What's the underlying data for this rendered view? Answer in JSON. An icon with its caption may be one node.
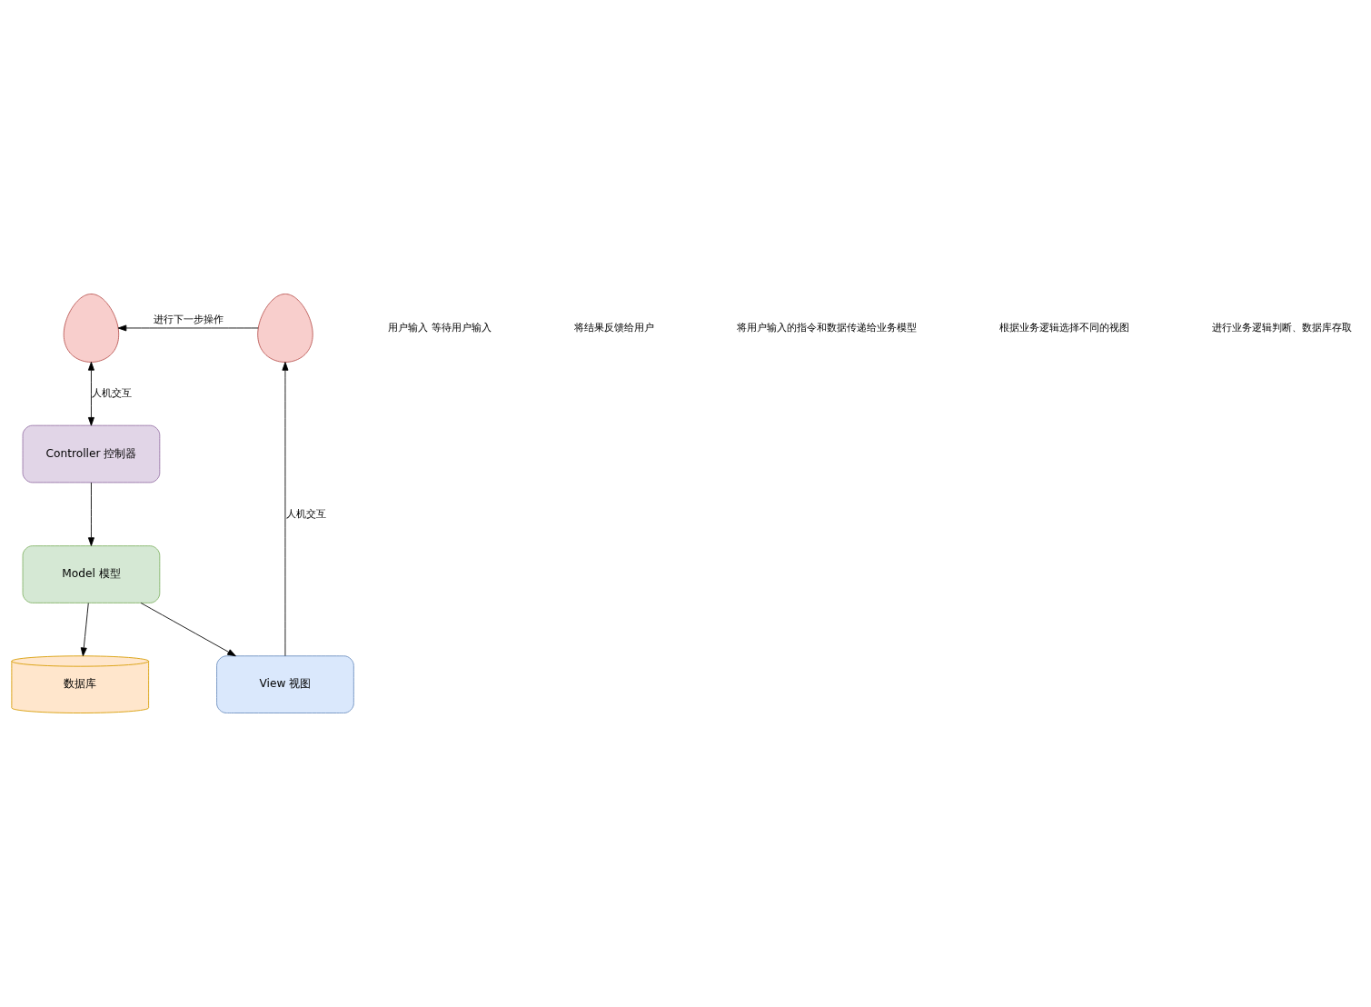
{
  "diagram": {
    "nodes": [
      {
        "text": [],
        "shape": "person"
      },
      {
        "text": [],
        "shape": "person"
      },
      {
        "text": [
          "Controller 控制器"
        ]
      },
      {
        "text": [
          "View 视图"
        ]
      },
      {
        "text": [
          "Model 模型"
        ]
      },
      {
        "text": [
          "数据库"
        ]
      }
    ],
    "edges": [
      {
        "from": 1,
        "to": 0,
        "arrow": "to",
        "label": "进行下一步操作"
      },
      {
        "from": 0,
        "to": 2,
        "arrow": "both",
        "label": "人机交互"
      },
      {
        "from": 2,
        "to": 4,
        "arrow": "to"
      },
      {
        "from": 4,
        "to": 3,
        "arrow": "to"
      },
      {
        "from": 3,
        "to": 1,
        "arrow": "to",
        "label": "人机交互"
      },
      {
        "from": 4,
        "to": 5,
        "arrow": "to"
      }
    ],
    "labels": [
      "用户输入 等待用户输入",
      "将结果反馈给用户",
      "将用户输入的指令和数据传递给业务模型",
      "根据业务逻辑选择不同的视图",
      "进行业务逻辑判断、数据库存取"
    ]
  }
}
